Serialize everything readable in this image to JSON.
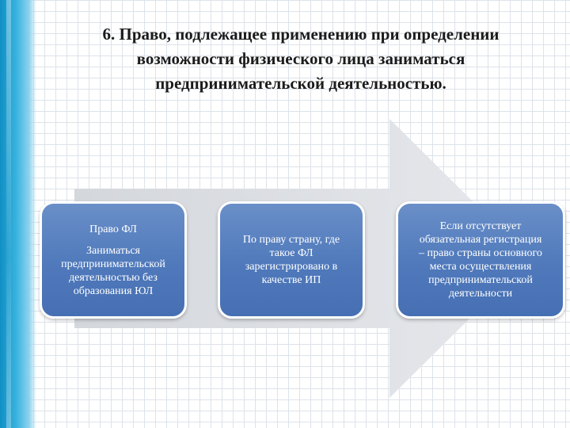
{
  "title": {
    "line1": "6. Право, подлежащее применению при определении",
    "line2": "возможности физического лица заниматься",
    "line3": "предпринимательской деятельностью."
  },
  "boxes": [
    {
      "heading": "Право ФЛ",
      "lines": [
        "Заниматься",
        "предпринимательской",
        "деятельностью без",
        "образования ЮЛ"
      ]
    },
    {
      "lines": [
        "По праву страну, где",
        "такое ФЛ",
        "зарегистрировано в",
        "качестве ИП"
      ]
    },
    {
      "lines": [
        "Если отсутствует",
        "обязательная регистрация",
        "– право страны основного",
        "места осуществления",
        "предпринимательской",
        "деятельности"
      ]
    }
  ],
  "colors": {
    "accent_stripe": "#1a98cc",
    "box_fill": "#5479b9",
    "arrow_fill": "#dde0e5"
  }
}
